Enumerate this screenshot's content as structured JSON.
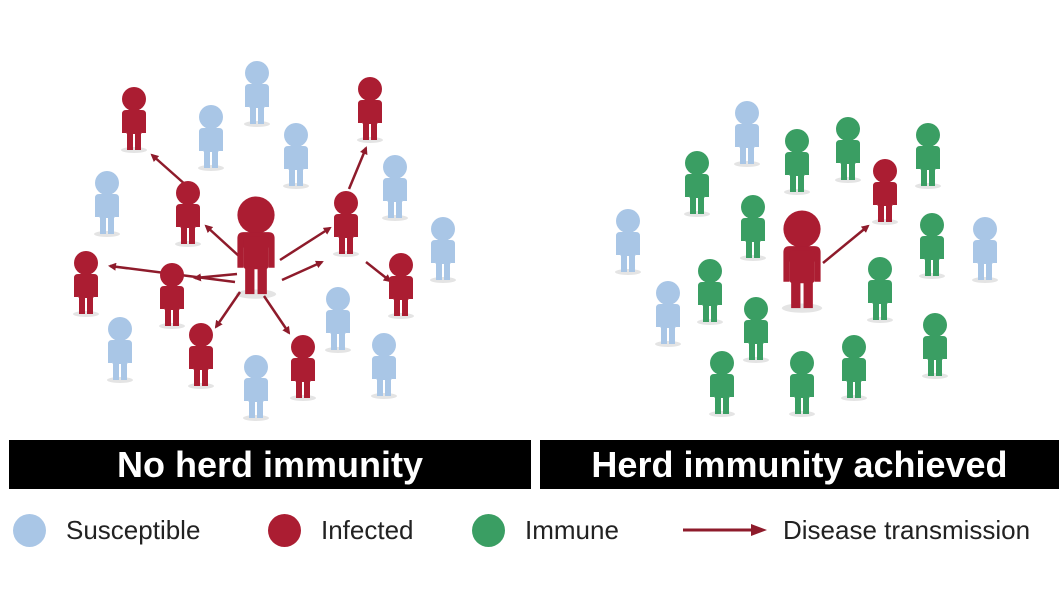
{
  "panels": [
    {
      "title": "No herd immunity"
    },
    {
      "title": "Herd immunity achieved"
    }
  ],
  "legend": [
    {
      "label": "Susceptible",
      "color": "#a9c6e6"
    },
    {
      "label": "Infected",
      "color": "#ab1d32"
    },
    {
      "label": "Immune",
      "color": "#3a9e63"
    },
    {
      "label": "Disease transmission",
      "color": "#8e1b2b"
    }
  ],
  "colors": {
    "susceptible": "#a9c6e6",
    "infected": "#ab1d32",
    "immune": "#3a9e63",
    "arrow": "#8e1b2b",
    "shadow": "#e4e4e4",
    "banner": "#000000"
  }
}
